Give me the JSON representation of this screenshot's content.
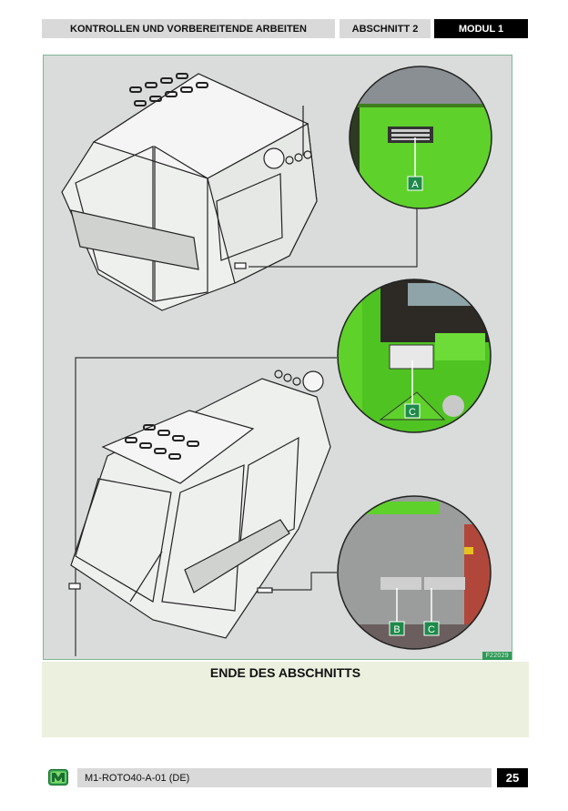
{
  "header": {
    "title": "KONTROLLEN UND VORBEREITENDE ARBEITEN",
    "section": "ABSCHNITT 2",
    "module": "MODUL 1"
  },
  "figure": {
    "code": "F22029",
    "callouts": [
      {
        "id": "A",
        "label": "A"
      },
      {
        "id": "C1",
        "label": "C"
      },
      {
        "id": "B",
        "label": "B"
      },
      {
        "id": "C2",
        "label": "C"
      }
    ],
    "colors": {
      "machine_green": "#5fd12b",
      "badge_green": "#1e8a4a",
      "panel_bg": "#d9dcda",
      "border": "#7fb596"
    }
  },
  "section_end": {
    "title": "ENDE DES ABSCHNITTS"
  },
  "footer": {
    "doc_code": "M1-ROTO40-A-01 (DE)",
    "page": "25",
    "logo": "merlo-logo-icon"
  }
}
